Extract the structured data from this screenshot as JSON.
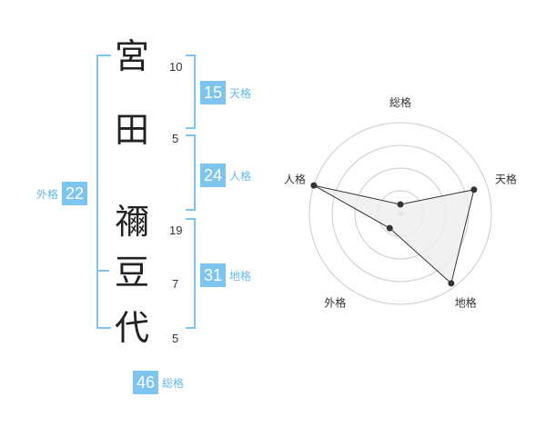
{
  "name": {
    "chars": [
      {
        "char": "宮",
        "strokes": "10"
      },
      {
        "char": "田",
        "strokes": "5"
      },
      {
        "char": "禰",
        "strokes": "19"
      },
      {
        "char": "豆",
        "strokes": "7"
      },
      {
        "char": "代",
        "strokes": "5"
      }
    ]
  },
  "fortunes": {
    "tenkaku": {
      "value": "15",
      "label": "天格"
    },
    "jinkaku": {
      "value": "24",
      "label": "人格"
    },
    "chikaku": {
      "value": "31",
      "label": "地格"
    },
    "gaikaku": {
      "value": "22",
      "label": "外格"
    },
    "soukaku": {
      "value": "46",
      "label": "総格"
    }
  },
  "colors": {
    "accent": "#7dc4ef",
    "accent_text": "#67b8e8",
    "radar_fill": "#eeeeee",
    "radar_line": "#333333"
  },
  "chart_data": {
    "type": "radar",
    "axes": [
      "総格",
      "天格",
      "地格",
      "外格",
      "人格"
    ],
    "values": [
      0.1,
      0.85,
      0.95,
      0.2,
      1.0
    ],
    "rings": 4,
    "range": [
      0,
      1
    ]
  }
}
